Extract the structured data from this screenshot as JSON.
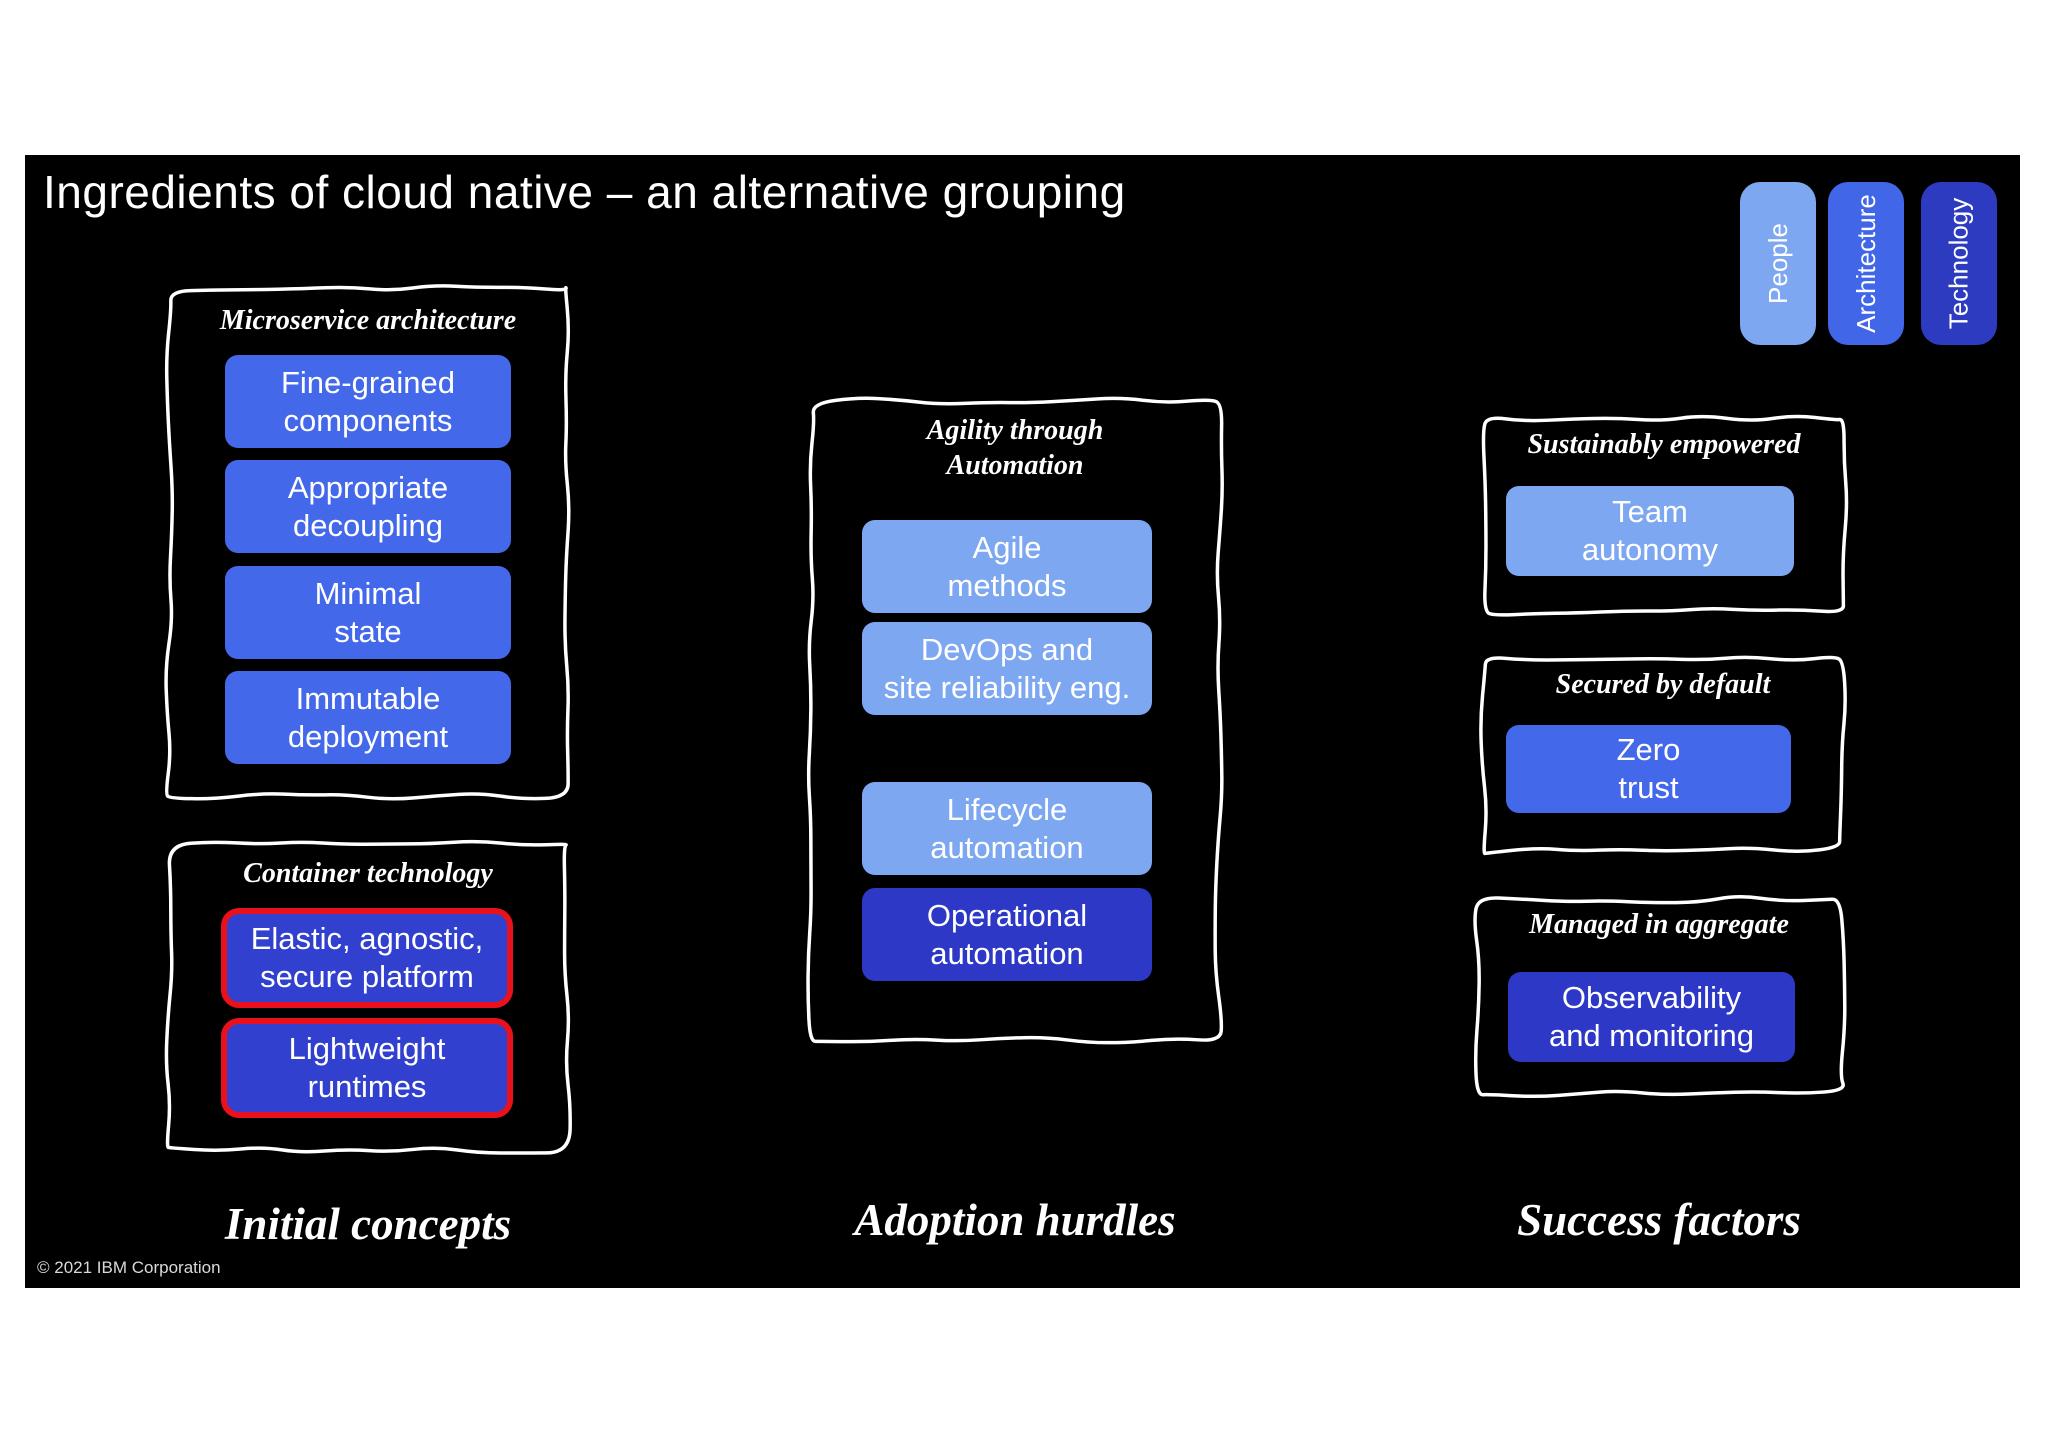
{
  "slide": {
    "title": "Ingredients of cloud native – an alternative grouping",
    "copyright": "© 2021 IBM Corporation",
    "legend_tabs": [
      {
        "label": "People",
        "color": "#7da7f0"
      },
      {
        "label": "Architecture",
        "color": "#4166e8"
      },
      {
        "label": "Technology",
        "color": "#2c3bc0"
      }
    ],
    "colors": {
      "light": "#7da7f0",
      "medium": "#4468ea",
      "dark": "#2d39c6",
      "highlight_fill": "#3240d0",
      "highlight_border": "#e8111c",
      "slide_bg": "#000000",
      "text": "#ffffff",
      "border": "#ffffff"
    },
    "columns": [
      {
        "footer": "Initial concepts",
        "groups": [
          {
            "title": "Microservice architecture",
            "items": [
              {
                "label": "Fine-grained\ncomponents",
                "variant": "medium"
              },
              {
                "label": "Appropriate\ndecoupling",
                "variant": "medium"
              },
              {
                "label": "Minimal\nstate",
                "variant": "medium"
              },
              {
                "label": "Immutable\ndeployment",
                "variant": "medium"
              }
            ]
          },
          {
            "title": "Container technology",
            "items": [
              {
                "label": "Elastic, agnostic,\nsecure platform",
                "variant": "highlight"
              },
              {
                "label": "Lightweight\nruntimes",
                "variant": "highlight"
              }
            ]
          }
        ]
      },
      {
        "footer": "Adoption hurdles",
        "groups": [
          {
            "title": "Agility through\nAutomation",
            "items": [
              {
                "label": "Agile\nmethods",
                "variant": "light"
              },
              {
                "label": "DevOps and\nsite reliability eng.",
                "variant": "light"
              },
              {
                "label": "Lifecycle\nautomation",
                "variant": "light"
              },
              {
                "label": "Operational\nautomation",
                "variant": "dark"
              }
            ]
          }
        ]
      },
      {
        "footer": "Success factors",
        "groups": [
          {
            "title": "Sustainably empowered",
            "items": [
              {
                "label": "Team\nautonomy",
                "variant": "light"
              }
            ]
          },
          {
            "title": "Secured by default",
            "items": [
              {
                "label": "Zero\ntrust",
                "variant": "medium"
              }
            ]
          },
          {
            "title": "Managed in aggregate",
            "items": [
              {
                "label": "Observability\nand monitoring",
                "variant": "dark"
              }
            ]
          }
        ]
      }
    ]
  }
}
